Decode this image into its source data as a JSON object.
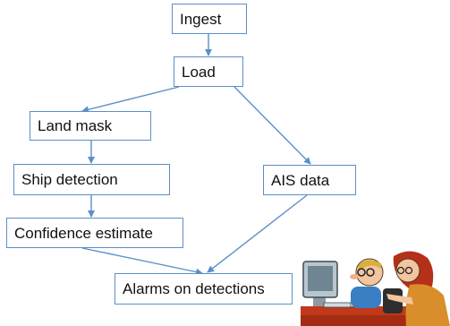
{
  "diagram": {
    "nodes": {
      "ingest": "Ingest",
      "load": "Load",
      "land_mask": "Land mask",
      "ship_detection": "Ship detection",
      "ais_data": "AIS data",
      "confidence_estimate": "Confidence estimate",
      "alarms": "Alarms on detections"
    },
    "edges": [
      [
        "ingest",
        "load"
      ],
      [
        "load",
        "land_mask"
      ],
      [
        "load",
        "ais_data"
      ],
      [
        "land_mask",
        "ship_detection"
      ],
      [
        "ship_detection",
        "confidence_estimate"
      ],
      [
        "confidence_estimate",
        "alarms"
      ],
      [
        "ais_data",
        "alarms"
      ]
    ],
    "colors": {
      "box_border": "#5b8fc9",
      "arrow": "#5b8fc9"
    }
  },
  "illustration": {
    "icon": "people-at-computer-icon"
  }
}
